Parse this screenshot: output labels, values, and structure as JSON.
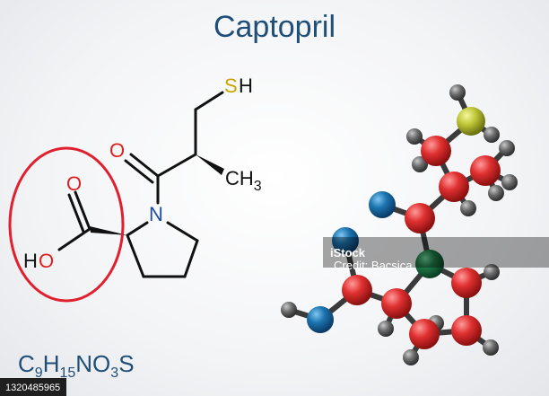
{
  "title": "Captopril",
  "labels": {
    "sulfur": "S",
    "sulfur_h": "H",
    "oxygen_carbonyl": "O",
    "nitrogen": "N",
    "methyl_ch": "CH",
    "methyl_sub": "3",
    "carboxyl_o": "O",
    "hydroxyl_h": "H",
    "hydroxyl_o": "O"
  },
  "formula": {
    "c": "C",
    "c_sub": "9",
    "h": "H",
    "h_sub": "15",
    "n": "N",
    "o": "O",
    "o_sub": "3",
    "s": "S"
  },
  "watermark": {
    "brand": "iStock",
    "credit": "Credit: Bacsica"
  },
  "image_id": "1320485965",
  "colors": {
    "title": "#1f4e79",
    "carbon_ball": "#d42a2a",
    "hydrogen_ball": "#5b5b5b",
    "oxygen_ball": "#1a6fa8",
    "nitrogen_ball": "#1a6f40",
    "sulfur_ball": "#b8c23a",
    "highlight_circle": "#e0202e"
  }
}
